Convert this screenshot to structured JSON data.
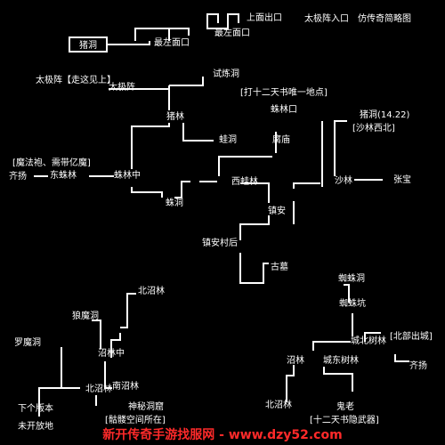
{
  "title": "仿传奇简略图",
  "start": "猪洞",
  "accent": "#ffffff",
  "footer": "新开传奇手游找服网 - www.dzy52.com",
  "notes": {
    "taiji_up": "太极阵【走这见上】",
    "one_place": "[打十二天书唯一地点]",
    "zhu_dong_coord": "猪洞(14.22)",
    "zhu_dong_dir": "[沙林西北]",
    "magic_note": "[魔法袍、需带亿魔]",
    "huang_note": "[北部出城]",
    "skeleton_note": "[骷髅空间所在]",
    "guilao_note": "[十二天书隐武器]"
  },
  "nodes": {
    "taiji_in": "太极阵入口",
    "up_face_out": "上面出口",
    "bottom_left_a": "最左面口",
    "bottom_left_b": "最左面口",
    "shi_lian": "试炼洞",
    "taiji": "太极阵",
    "zhu_lin": "猪林",
    "zhu_lin_kou": "蛛林口",
    "fu_miao": "腐庙",
    "wa_dong": "蛙洞",
    "zhu_lin_zhong": "蛛林中",
    "dong_zhu_lin": "东蛛林",
    "qi_yang_top": "齐扬",
    "xi_zhu_lin": "西蛙林",
    "sha_lin": "沙林",
    "zhang_zhu": "张宝",
    "zhu_dong2": "蛛洞",
    "zhen_an": "镇安",
    "zhen_an_cun": "镇安村后",
    "gu_mu": "古墓",
    "bei_zhao_lin": "北沼林",
    "zhu_zhu_dong": "蜘蛛洞",
    "lang_mo_dong": "狼魔洞",
    "zhao_lin_zhong": "沼林中",
    "luo_mo_dong": "罗魔洞",
    "zhu_zhu_keng": "蜘蛛坑",
    "cheng_bei_lin": "城北树林",
    "cheng_dong_lin": "城东树林",
    "qi_yang_bottom": "齐扬",
    "zhao_lin": "沼林",
    "nan_zhao_lin": "南沼林",
    "shen_mi_ku": "神秘洞窟",
    "xia_ge_ban": "下个版本",
    "xia_ge_ban_b": "未开放地",
    "bei_zhao_lin2": "北沼林",
    "gui_lao": "鬼老"
  }
}
